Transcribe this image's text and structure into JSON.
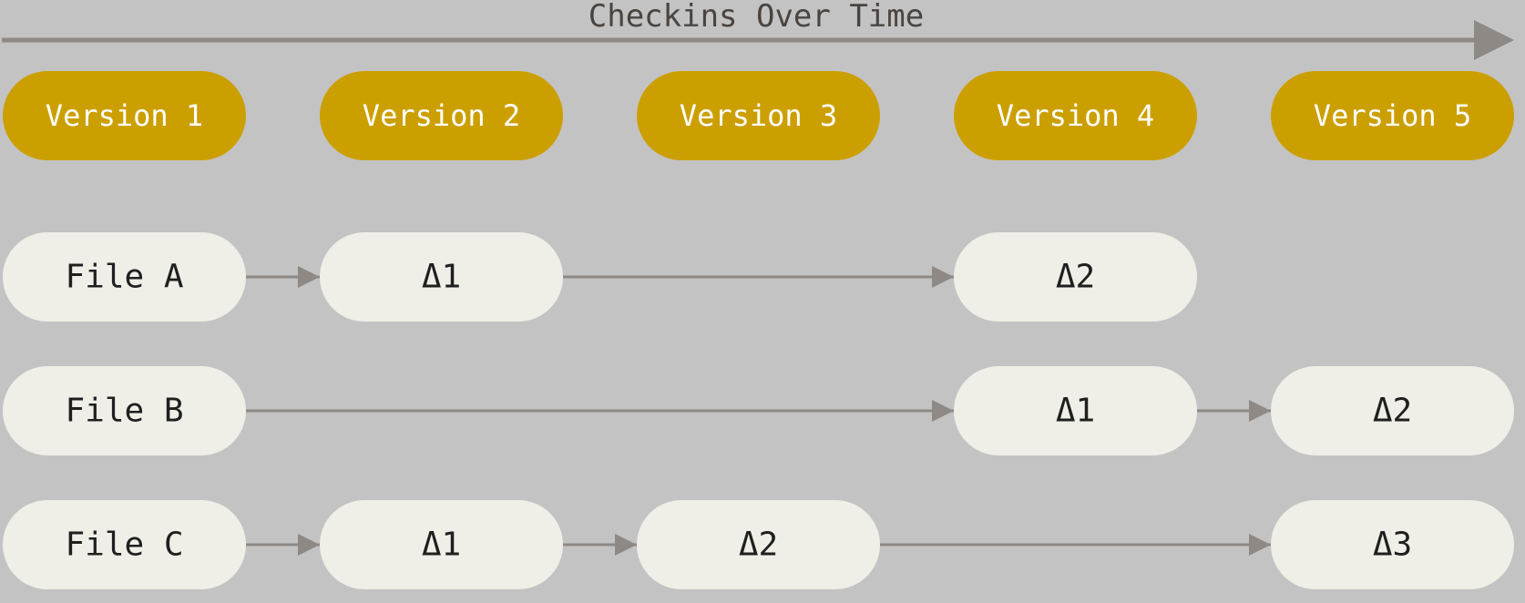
{
  "title": "Checkins Over Time",
  "colors": {
    "background": "#c3c3c3",
    "version_fill": "#cc9f00",
    "node_fill": "#efefe8",
    "arrow": "#8e8984",
    "title_text": "#4a4440"
  },
  "versions": [
    {
      "label": "Version 1"
    },
    {
      "label": "Version 2"
    },
    {
      "label": "Version 3"
    },
    {
      "label": "Version 4"
    },
    {
      "label": "Version 5"
    }
  ],
  "files": [
    {
      "label": "File A",
      "deltas": [
        {
          "version": 2,
          "label": "Δ1"
        },
        {
          "version": 4,
          "label": "Δ2"
        }
      ]
    },
    {
      "label": "File B",
      "deltas": [
        {
          "version": 4,
          "label": "Δ1"
        },
        {
          "version": 5,
          "label": "Δ2"
        }
      ]
    },
    {
      "label": "File C",
      "deltas": [
        {
          "version": 2,
          "label": "Δ1"
        },
        {
          "version": 3,
          "label": "Δ2"
        },
        {
          "version": 5,
          "label": "Δ3"
        }
      ]
    }
  ]
}
